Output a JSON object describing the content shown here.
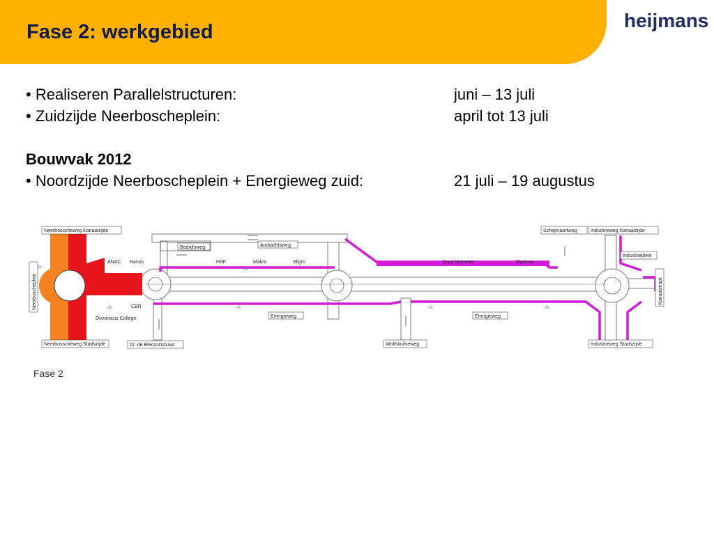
{
  "slide": {
    "title": "Fase 2: werkgebied",
    "logo_text": "heijmans"
  },
  "schedule": [
    {
      "label": "• Realiseren Parallelstructuren:",
      "value": "juni – 13 juli"
    },
    {
      "label": "• Zuidzijde Neerboscheplein:",
      "value": "april tot 13 juli"
    }
  ],
  "bouwvak": {
    "heading": "Bouwvak 2012",
    "items": [
      {
        "label": "• Noordzijde Neerboscheplein + Energieweg zuid:",
        "value": "21 juli – 19 augustus"
      }
    ]
  },
  "map": {
    "labels": {
      "neerbosscheweg_kanaalzijde": "Neerbosscheweg Kanaalzijde",
      "neerbosscheweg_stadszijde": "Neerbosscheweg Stadszijde",
      "neerboscheplein": "Neerboscheplein",
      "bedrijfsweg": "Bedrijfsweg",
      "ambachtsweg": "Ambachtsweg",
      "anac": "ANAC",
      "hanos": "Hanos",
      "hsf": "HSF",
      "makro": "Makro",
      "sligro": "Sligro",
      "dura_vermeer": "Dura Vermeer",
      "gamma": "Gamma",
      "cbr": "CBR",
      "dominicus_college": "Dominicus College",
      "dr_de_blecourtstraat": "Dr. de Blécourtstraat",
      "energieweg_1": "Energieweg",
      "energieweg_2": "Energieweg",
      "wolfskuilseweg": "Wolfskuilseweg",
      "schepvaartweg": "Schepvaartweg",
      "industrieweg_kanaalzijde": "Industrieweg Kanaalzijde",
      "industrieweg_stadszijde": "Industrieweg Stadszijde",
      "industrieplein": "Industrieplein",
      "kanaalstraat": "Kanaalstraat"
    },
    "caption": "Fase 2"
  },
  "colors": {
    "header": "#FFB000",
    "title": "#0E1C4A",
    "red_zone": "#E8141B",
    "orange_zone": "#F58220",
    "magenta_zone": "#D21BD8"
  }
}
